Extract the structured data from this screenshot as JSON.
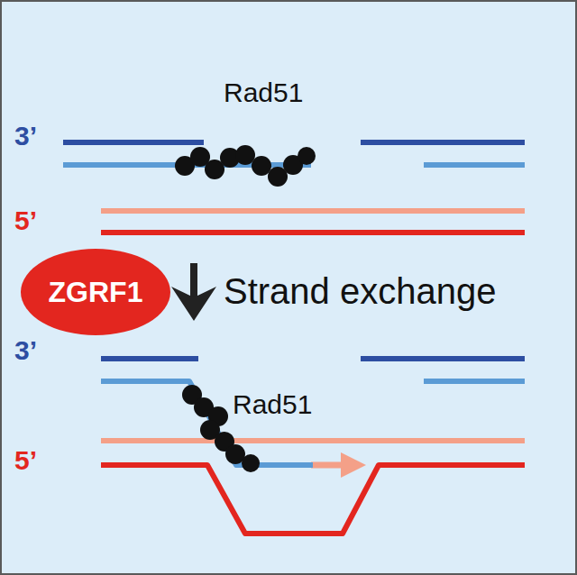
{
  "diagram": {
    "nodes": [
      {
        "text": [
          "ZGRF1"
        ]
      }
    ],
    "labels": [
      "3’",
      "Rad51",
      "5’",
      "Strand exchange",
      "3’",
      "Rad51",
      "5’"
    ]
  }
}
